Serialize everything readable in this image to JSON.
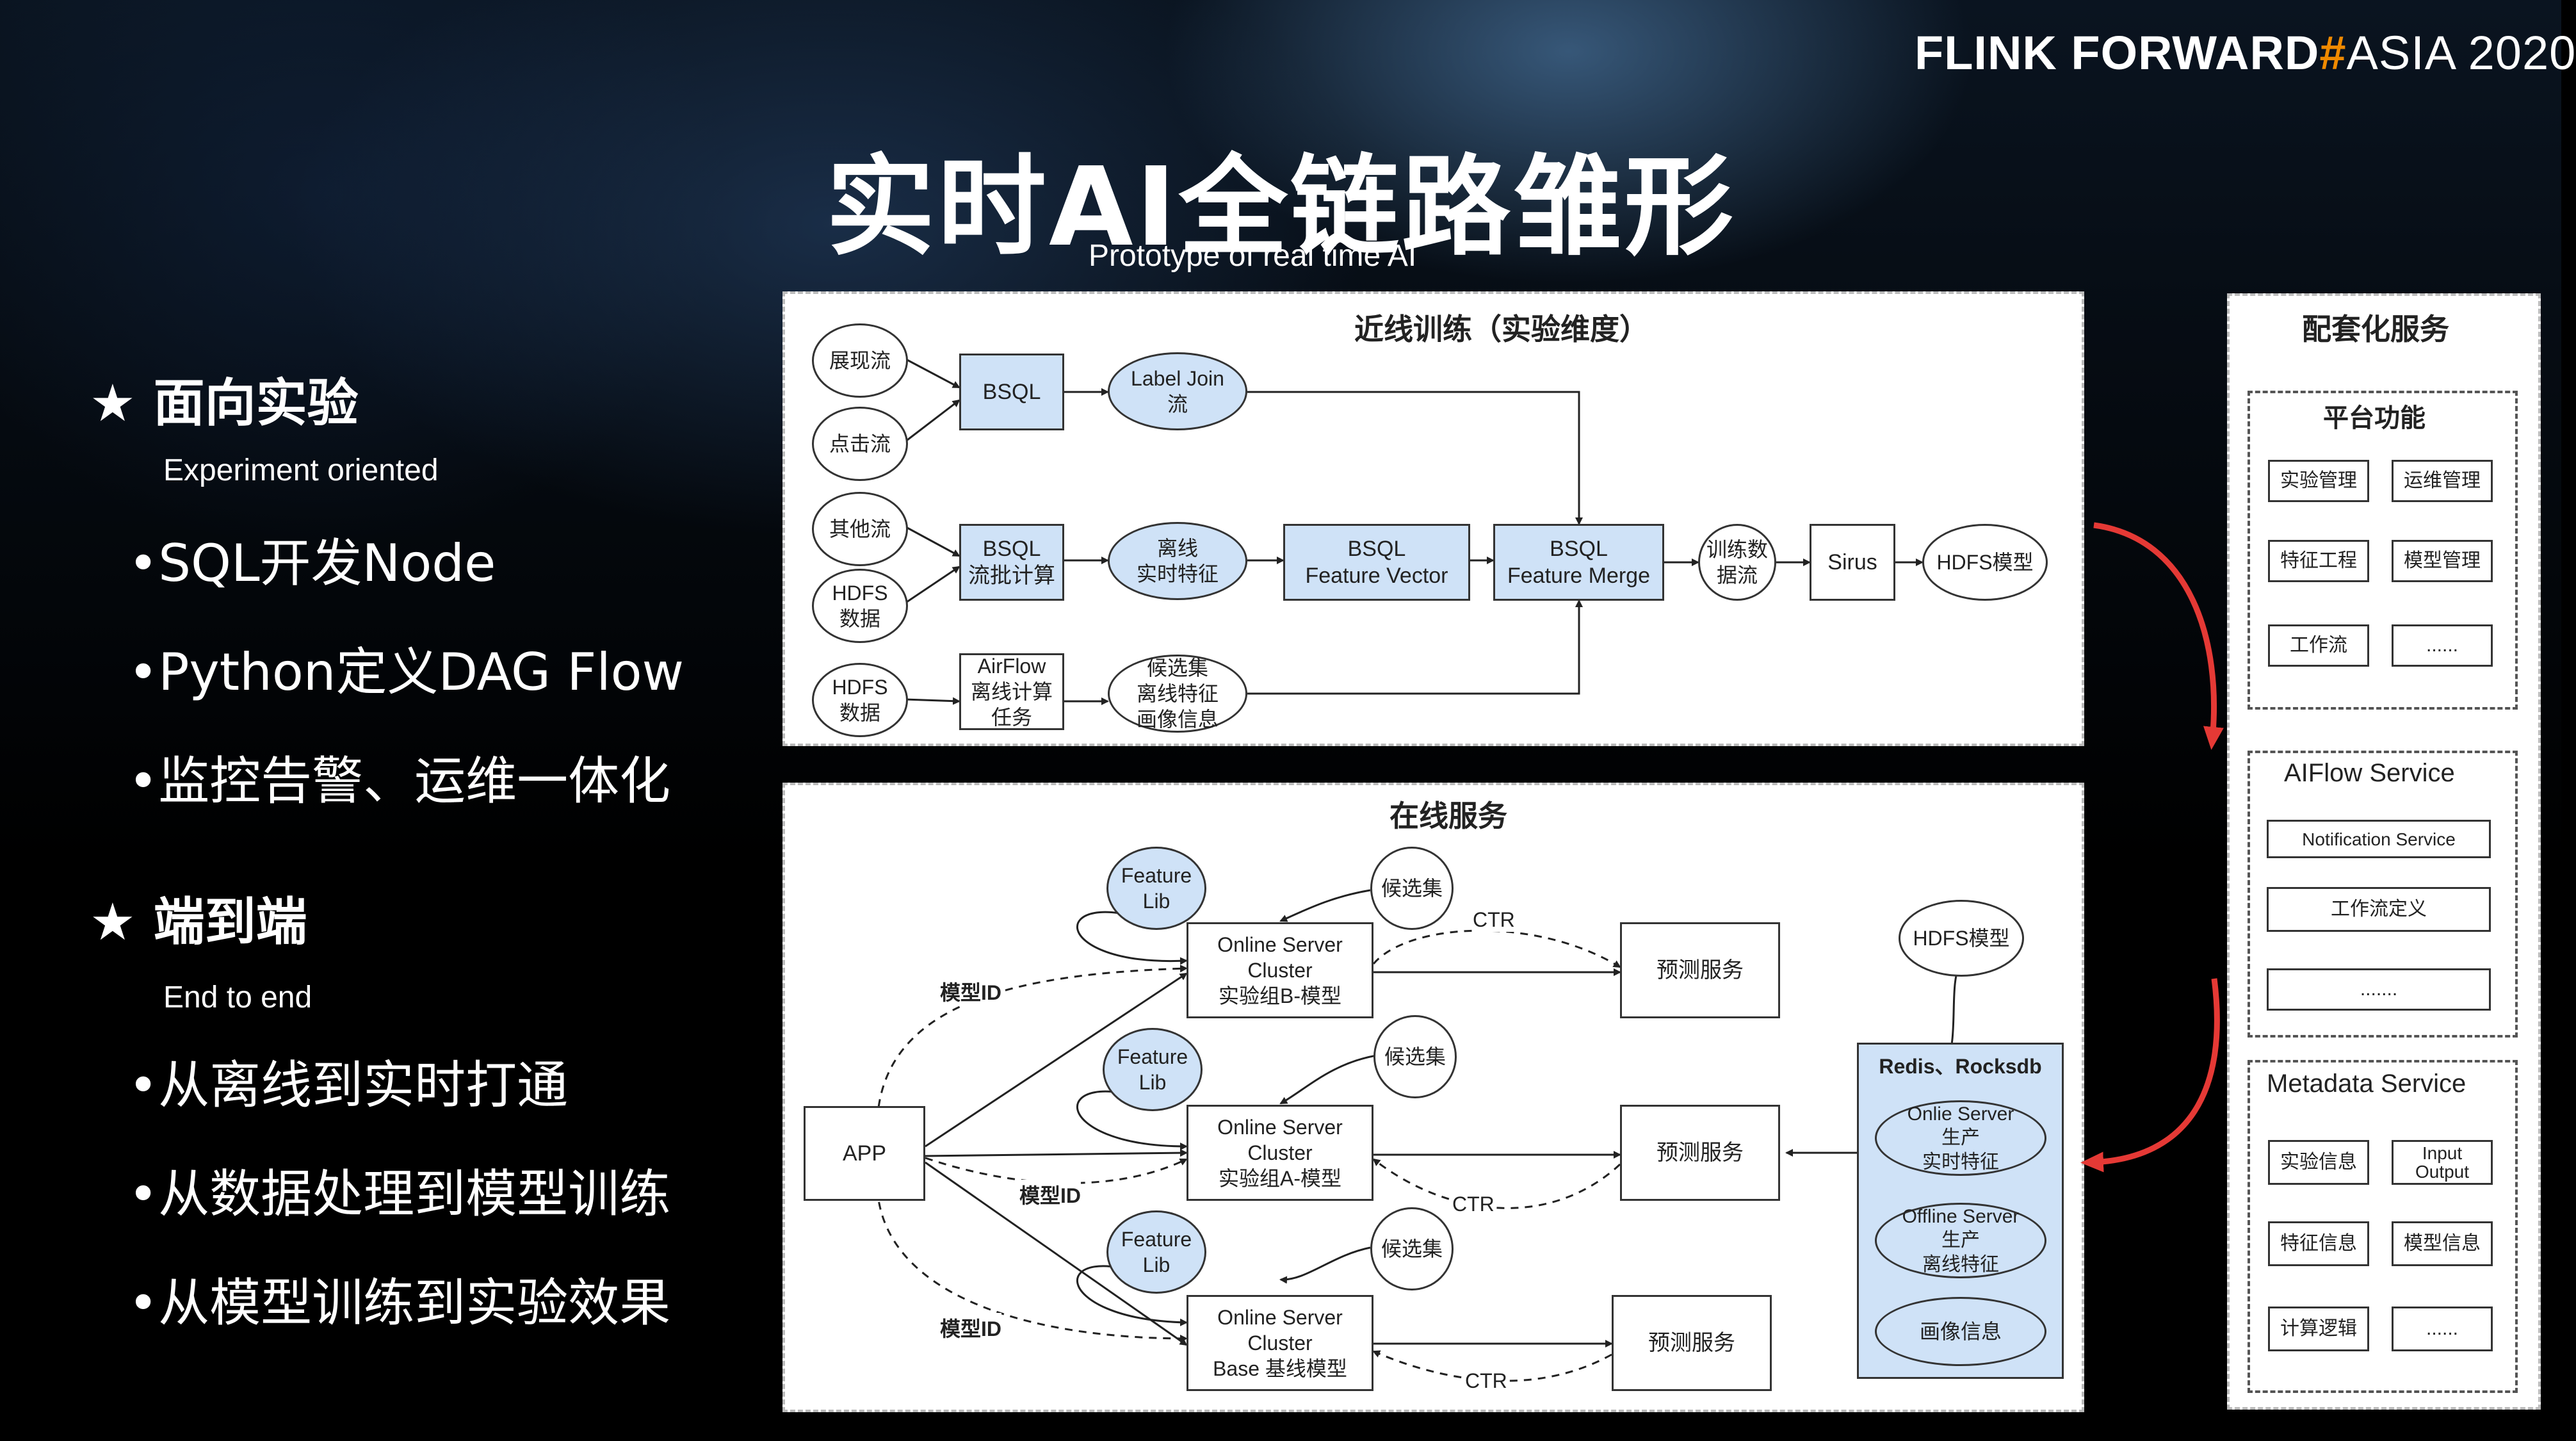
{
  "header": {
    "logo_part1": "FLINK",
    "logo_part2": "FORWARD",
    "logo_hash": "#",
    "logo_part3": "ASIA 2020",
    "title": "实时AI全链路雏形",
    "subtitle": "Prototype of real time AI"
  },
  "left": {
    "sections": [
      {
        "heading": "★ 面向实验",
        "sub": "Experiment oriented",
        "bullets": [
          "•SQL开发Node",
          "•Python定义DAG Flow",
          "•监控告警、运维一体化"
        ]
      },
      {
        "heading": "★ 端到端",
        "sub": "End to end",
        "bullets": [
          "•从离线到实时打通",
          "•从数据处理到模型训练",
          "•从模型训练到实验效果"
        ]
      }
    ]
  },
  "nearline": {
    "title": "近线训练（实验维度）",
    "nodes": {
      "show_stream": "展现流",
      "click_stream": "点击流",
      "bsql1": "BSQL",
      "label_join": "Label Join\n流",
      "other_stream": "其他流",
      "hdfs_data1": "HDFS\n数据",
      "bsql_batch": "BSQL\n流批计算",
      "offline_rt": "离线\n实时特征",
      "bsql_fv": "BSQL\nFeature Vector",
      "bsql_fm": "BSQL\nFeature Merge",
      "train_stream": "训练数\n据流",
      "sirus": "Sirus",
      "hdfs_model": "HDFS模型",
      "hdfs_data2": "HDFS\n数据",
      "airflow": "AirFlow\n离线计算\n任务",
      "candidate": "候选集\n离线特征\n画像信息"
    }
  },
  "online": {
    "title": "在线服务",
    "app": "APP",
    "feature_lib": "Feature\nLib",
    "candidate": "候选集",
    "cluster_b": "Online Server\nCluster\n实验组B-模型",
    "cluster_a": "Online Server\nCluster\n实验组A-模型",
    "cluster_base": "Online Server\nCluster\nBase 基线模型",
    "predict": "预测服务",
    "ctr": "CTR",
    "model_id": "模型ID",
    "hdfs_model": "HDFS模型",
    "redis_title": "Redis、Rocksdb",
    "redis_items": [
      "Onlie Server\n生产\n实时特征",
      "Offline  Server\n生产\n离线特征",
      "画像信息"
    ]
  },
  "services": {
    "title": "配套化服务",
    "platform": {
      "title": "平台功能",
      "items": [
        "实验管理",
        "运维管理",
        "特征工程",
        "模型管理",
        "工作流",
        "......"
      ]
    },
    "aiflow": {
      "title": "AIFlow Service",
      "items": [
        "Notification Service",
        "工作流定义",
        "......."
      ]
    },
    "metadata": {
      "title": "Metadata Service",
      "items": [
        "实验信息",
        "Input\nOutput",
        "特征信息",
        "模型信息",
        "计算逻辑",
        "......"
      ]
    }
  },
  "colors": {
    "accent_orange": "#f08a00",
    "node_blue": "#cfe2f7",
    "arrow_red": "#e53935"
  }
}
